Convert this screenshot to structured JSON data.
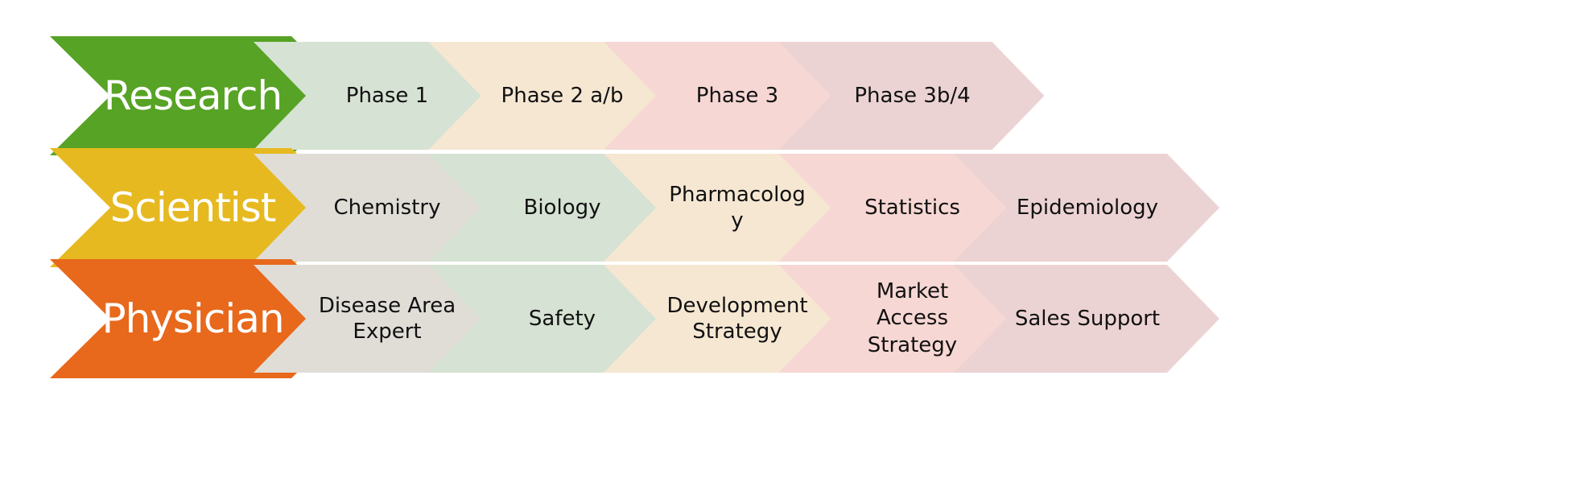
{
  "colors": {
    "research": "#57a325",
    "scientist": "#e6b920",
    "physician": "#e8681c",
    "gray": "#e0ddd7",
    "green": "#d6e2d3",
    "cream": "#f6e7d3",
    "pink": "#f6d7d3",
    "mauve": "#ecd3d3"
  },
  "rows": [
    {
      "label": "Research",
      "color_key": "research",
      "steps": [
        {
          "text": "Phase 1",
          "color_key": "green"
        },
        {
          "text": "Phase 2 a/b",
          "color_key": "cream"
        },
        {
          "text": "Phase 3",
          "color_key": "pink"
        },
        {
          "text": "Phase 3b/4",
          "color_key": "mauve"
        }
      ]
    },
    {
      "label": "Scientist",
      "color_key": "scientist",
      "steps": [
        {
          "text": "Chemistry",
          "color_key": "gray"
        },
        {
          "text": "Biology",
          "color_key": "green"
        },
        {
          "text": "Pharmacolog\ny",
          "color_key": "cream"
        },
        {
          "text": "Statistics",
          "color_key": "pink"
        },
        {
          "text": "Epidemiology",
          "color_key": "mauve"
        }
      ]
    },
    {
      "label": "Physician",
      "color_key": "physician",
      "steps": [
        {
          "text": "Disease Area\nExpert",
          "color_key": "gray"
        },
        {
          "text": "Safety",
          "color_key": "green"
        },
        {
          "text": "Development\nStrategy",
          "color_key": "cream"
        },
        {
          "text": "Market\nAccess\nStrategy",
          "color_key": "pink"
        },
        {
          "text": "Sales Support",
          "color_key": "mauve"
        }
      ]
    }
  ]
}
